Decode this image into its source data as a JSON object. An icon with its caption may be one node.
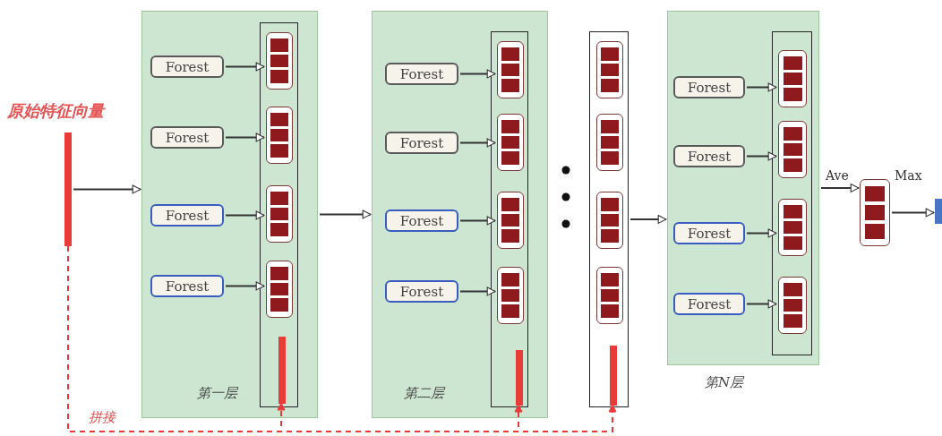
{
  "diagram": {
    "nodes": [
      {
        "text": [
          "原始特征向量"
        ]
      },
      {
        "text": [
          "第一层"
        ]
      },
      {
        "text": [
          "Forest"
        ],
        "in": 1
      },
      {
        "text": [
          "Forest"
        ],
        "in": 1
      },
      {
        "text": [
          "Forest"
        ],
        "in": 1
      },
      {
        "text": [
          "Forest"
        ],
        "in": 1
      },
      {
        "text": [],
        "shape": "box",
        "in": 1
      },
      {
        "text": [],
        "shape": "box",
        "in": 6
      },
      {
        "text": [],
        "shape": "box",
        "in": 6
      },
      {
        "text": [],
        "shape": "box",
        "in": 6
      },
      {
        "text": [],
        "shape": "box",
        "in": 6
      },
      {
        "text": [],
        "shape": "bar",
        "in": 6
      },
      {
        "text": [
          "第二层"
        ]
      },
      {
        "text": [
          "Forest"
        ],
        "in": 12
      },
      {
        "text": [
          "Forest"
        ],
        "in": 12
      },
      {
        "text": [
          "Forest"
        ],
        "in": 12
      },
      {
        "text": [
          "Forest"
        ],
        "in": 12
      },
      {
        "text": [],
        "shape": "box",
        "in": 12
      },
      {
        "text": [],
        "shape": "box",
        "in": 17
      },
      {
        "text": [],
        "shape": "box",
        "in": 17
      },
      {
        "text": [],
        "shape": "box",
        "in": 17
      },
      {
        "text": [],
        "shape": "box",
        "in": 17
      },
      {
        "text": [],
        "shape": "bar",
        "in": 17
      },
      {
        "text": [],
        "shape": "box"
      },
      {
        "text": [],
        "shape": "box",
        "in": 23
      },
      {
        "text": [],
        "shape": "box",
        "in": 23
      },
      {
        "text": [],
        "shape": "box",
        "in": 23
      },
      {
        "text": [],
        "shape": "box",
        "in": 23
      },
      {
        "text": [],
        "shape": "bar",
        "in": 23
      },
      {
        "text": [
          "第N层"
        ]
      },
      {
        "text": [
          "Forest"
        ],
        "in": 29
      },
      {
        "text": [
          "Forest"
        ],
        "in": 29
      },
      {
        "text": [
          "Forest"
        ],
        "in": 29
      },
      {
        "text": [
          "Forest"
        ],
        "in": 29
      },
      {
        "text": [],
        "shape": "box",
        "in": 29
      },
      {
        "text": [],
        "shape": "box",
        "in": 34
      },
      {
        "text": [],
        "shape": "box",
        "in": 34
      },
      {
        "text": [],
        "shape": "box",
        "in": 34
      },
      {
        "text": [],
        "shape": "box",
        "in": 34
      },
      {
        "text": [],
        "shape": "box"
      },
      {
        "text": [],
        "shape": "bar"
      }
    ],
    "edges": [
      {
        "from": 0,
        "to": 1,
        "arrow": "to"
      },
      {
        "from": 2,
        "to": 7,
        "arrow": "to"
      },
      {
        "from": 3,
        "to": 8,
        "arrow": "to"
      },
      {
        "from": 4,
        "to": 9,
        "arrow": "to"
      },
      {
        "from": 5,
        "to": 10,
        "arrow": "to"
      },
      {
        "from": 1,
        "to": 12,
        "arrow": "to"
      },
      {
        "from": 13,
        "to": 18,
        "arrow": "to"
      },
      {
        "from": 14,
        "to": 19,
        "arrow": "to"
      },
      {
        "from": 15,
        "to": 20,
        "arrow": "to"
      },
      {
        "from": 16,
        "to": 21,
        "arrow": "to"
      },
      {
        "from": 23,
        "to": 29,
        "arrow": "to"
      },
      {
        "from": 30,
        "to": 35,
        "arrow": "to"
      },
      {
        "from": 31,
        "to": 36,
        "arrow": "to"
      },
      {
        "from": 32,
        "to": 37,
        "arrow": "to"
      },
      {
        "from": 33,
        "to": 38,
        "arrow": "to"
      },
      {
        "from": 29,
        "to": 39,
        "arrow": "to",
        "label": "Ave"
      },
      {
        "from": 39,
        "to": 40,
        "arrow": "to",
        "label": "Max"
      },
      {
        "from": 0,
        "to": 11,
        "arrow": "to",
        "label": "拼接",
        "style": "dashed",
        "color": "#e83a3a"
      },
      {
        "from": 0,
        "to": 22,
        "arrow": "to",
        "style": "dashed",
        "color": "#e83a3a"
      },
      {
        "from": 0,
        "to": 28,
        "arrow": "to",
        "style": "dashed",
        "color": "#e83a3a"
      }
    ]
  }
}
